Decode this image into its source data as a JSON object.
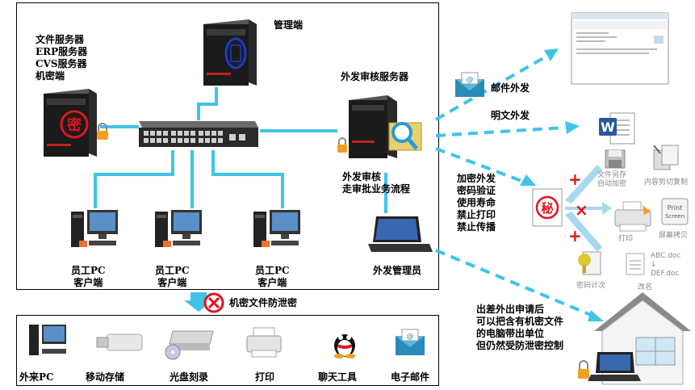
{
  "labels": {
    "file_servers": [
      "文件服务器",
      "ERP服务器",
      "CVS服务器",
      "机密端"
    ],
    "admin": "管理端",
    "audit_server": "外发审核服务器",
    "audit_flow": [
      "外发审核",
      "走审批业务流程"
    ],
    "pc1": [
      "员工PC",
      "客户端"
    ],
    "pc2": [
      "员工PC",
      "客户端"
    ],
    "pc3": [
      "员工PC",
      "客户端"
    ],
    "manager": "外发管理员",
    "email_out": "邮件外发",
    "plain_out": "明文外发",
    "encrypt_out": [
      "加密外发",
      "密码验证",
      "使用寿命",
      "禁止打印",
      "禁止传播"
    ],
    "leak_prevention": "机密文件防泄密",
    "trip": [
      "出差外出申请后",
      "可以把含有机密文件",
      "的电脑带出单位",
      "但仍然受防泄密控制"
    ]
  },
  "blocked_devices": [
    "外来PC",
    "移动存储",
    "光盘刻录",
    "打印",
    "聊天工具",
    "电子邮件"
  ],
  "controls": {
    "save_as": [
      "文件另存",
      "自动加密"
    ],
    "copy_paste": "内容剪切复制",
    "print": "打印",
    "screen": "屏幕拷贝",
    "pwd_count": "密码计次",
    "rename": "改名",
    "print_key": [
      "Print",
      "Screen"
    ],
    "rename_files": [
      "ABC.doc",
      "DEF.doc"
    ]
  },
  "glyphs": {
    "secret": "密",
    "classified": "秘",
    "plus": "+",
    "cross": "×"
  },
  "colors": {
    "line": "#3fc4e8",
    "secret_red": "#e0141e",
    "lock_orange": "#f0a020"
  }
}
